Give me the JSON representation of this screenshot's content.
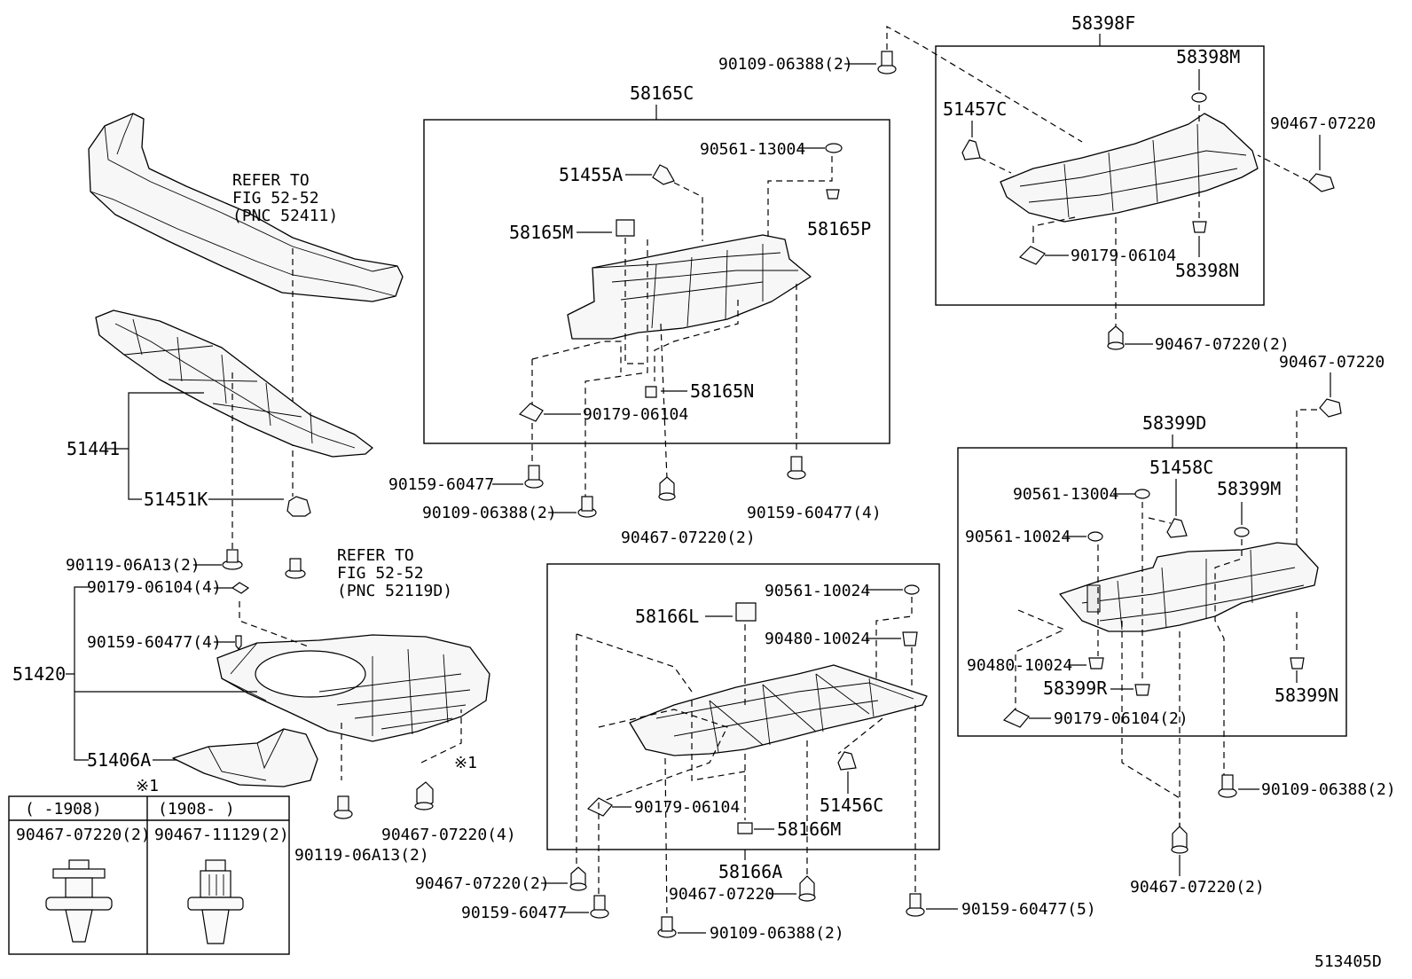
{
  "diagram": {
    "code": "513405D",
    "groups": {
      "g58165C": "58165C",
      "g58398F": "58398F",
      "g58399D": "58399D",
      "g58166A": "58166A",
      "g51441": "51441",
      "g51420": "51420"
    },
    "refer1": [
      "REFER TO",
      "FIG 52-52",
      "(PNC 52411)"
    ],
    "refer2": [
      "REFER TO",
      "FIG 52-52",
      "(PNC 52119D)"
    ],
    "labels": {
      "p51451K": "51451K",
      "p90119_a": "90119-06A13(2)",
      "p90179_4": "90179-06104(4)",
      "p90159_4": "90159-60477(4)",
      "p51406A": "51406A",
      "note1": "※1",
      "p90119_b": "90119-06A13(2)",
      "p90467_4": "90467-07220(4)",
      "note1b": "※1",
      "p51455A": "51455A",
      "p90561_a": "90561-13004",
      "p58165M": "58165M",
      "p58165P": "58165P",
      "p58165N": "58165N",
      "p90179_a": "90179-06104",
      "p90159_a": "90159-60477",
      "p90109_a": "90109-06388(2)",
      "p90467_a": "90467-07220(2)",
      "p90159_b": "90159-60477(4)",
      "p90109_top": "90109-06388(2)",
      "p51457C": "51457C",
      "p58398M": "58398M",
      "p90467_r1": "90467-07220",
      "p90179_b": "90179-06104",
      "p58398N": "58398N",
      "p90467_r2": "90467-07220(2)",
      "p90467_r3": "90467-07220",
      "p51458C": "51458C",
      "p90561_b": "90561-13004",
      "p58399M": "58399M",
      "p90561_c": "90561-10024",
      "p90480_a": "90480-10024",
      "p58399R": "58399R",
      "p58399N": "58399N",
      "p90179_c": "90179-06104(2)",
      "p90109_r": "90109-06388(2)",
      "p90467_r4": "90467-07220(2)",
      "p90561_d": "90561-10024",
      "p58166L": "58166L",
      "p90480_b": "90480-10024",
      "p90179_d": "90179-06104",
      "p51456C": "51456C",
      "p58166M": "58166M",
      "p90467_b1": "90467-07220(2)",
      "p90159_c": "90159-60477",
      "p90467_b2": "90467-07220",
      "p90109_b": "90109-06388(2)",
      "p90159_d": "90159-60477(5)"
    },
    "legend": {
      "col1_range": "(   -1908)",
      "col2_range": "(1908-    )",
      "col1_part": "90467-07220(2)",
      "col2_part": "90467-11129(2)"
    }
  }
}
